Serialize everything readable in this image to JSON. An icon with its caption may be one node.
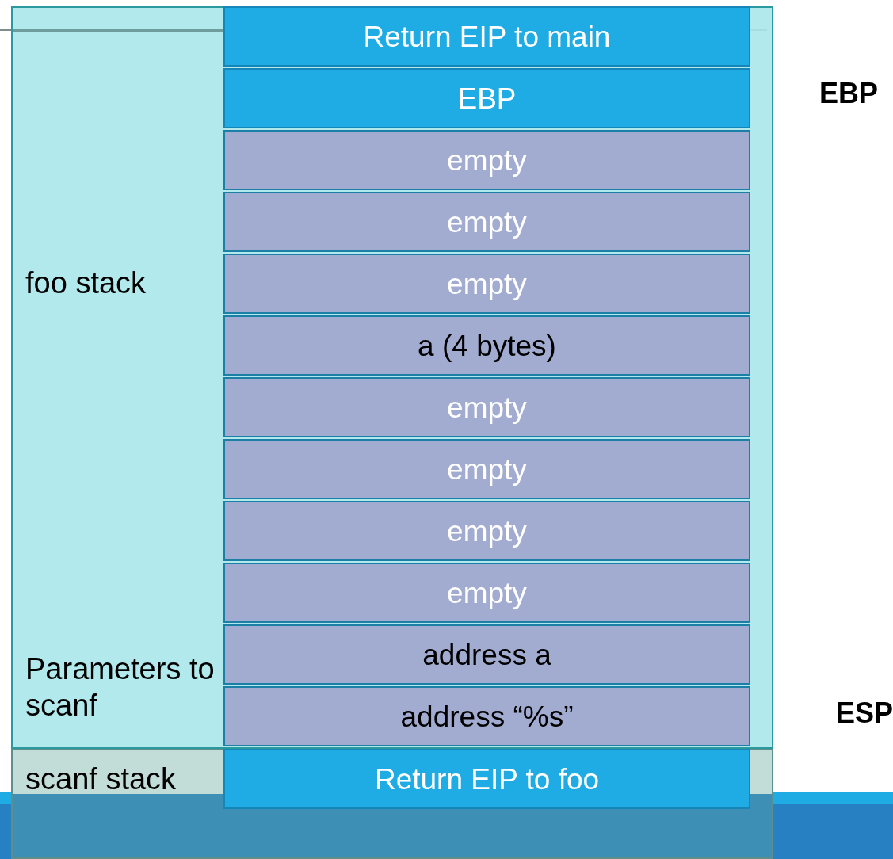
{
  "diagram": {
    "nodes": [
      {
        "text": [
          "foo stack",
          "Parameters to scanf"
        ]
      },
      {
        "text": [
          "Return EIP to main"
        ],
        "in": 0
      },
      {
        "text": [
          "EBP"
        ],
        "in": 0
      },
      {
        "text": [
          "empty"
        ],
        "in": 0
      },
      {
        "text": [
          "empty"
        ],
        "in": 0
      },
      {
        "text": [
          "empty"
        ],
        "in": 0
      },
      {
        "text": [
          "a (4 bytes)"
        ],
        "in": 0
      },
      {
        "text": [
          "empty"
        ],
        "in": 0
      },
      {
        "text": [
          "empty"
        ],
        "in": 0
      },
      {
        "text": [
          "empty"
        ],
        "in": 0
      },
      {
        "text": [
          "empty"
        ],
        "in": 0
      },
      {
        "text": [
          "address a"
        ],
        "in": 0
      },
      {
        "text": [
          "address “%s”"
        ],
        "in": 0
      },
      {
        "text": [
          "scanf stack"
        ]
      },
      {
        "text": [
          "Return EIP to foo"
        ],
        "in": 13
      }
    ],
    "labels": [
      "EBP",
      "ESP"
    ]
  }
}
